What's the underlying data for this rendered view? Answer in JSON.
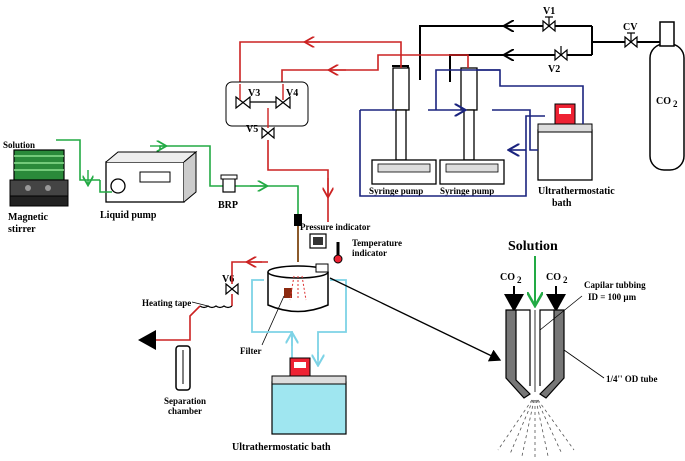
{
  "labels": {
    "solution": "Solution",
    "magnetic_stirrer_1": "Magnetic",
    "magnetic_stirrer_2": "stirrer",
    "liquid_pump": "Liquid pump",
    "brp": "BRP",
    "pressure_indicator": "Pressure indicator",
    "temperature_indicator_1": "Temperature",
    "temperature_indicator_2": "indicator",
    "heating_tape": "Heating tape",
    "filter": "Filter",
    "separation_chamber_1": "Separation",
    "separation_chamber_2": "chamber",
    "ultrathermostatic_bath_bottom": "Ultrathermostatic bath",
    "ultrathermostatic_bath_top_1": "Ultrathermostatic",
    "ultrathermostatic_bath_top_2": "bath",
    "syringe_pump_1": "Syringe pump",
    "syringe_pump_2": "Syringe pump",
    "v1": "V1",
    "v2": "V2",
    "v3": "V3",
    "v4": "V4",
    "v5": "V5",
    "v6": "V6",
    "cv": "CV",
    "co2_cylinder": "CO",
    "co2_sub": "2",
    "nozzle_solution": "Solution",
    "nozzle_co2_left": "CO",
    "nozzle_co2_right": "CO",
    "nozzle_co2_sub": "2",
    "capilar_tubing_1": "Capilar tubbing",
    "capilar_tubing_2": "ID = 100 µm",
    "od_tube": "1/4'' OD tube"
  },
  "colors": {
    "co2_line": "#cc2222",
    "liquid_line": "#22aa44",
    "cooling_line": "#1a237e",
    "bath_water": "#9fe6f0",
    "bath_loop": "#9fe6f0",
    "black_line": "#000000"
  }
}
